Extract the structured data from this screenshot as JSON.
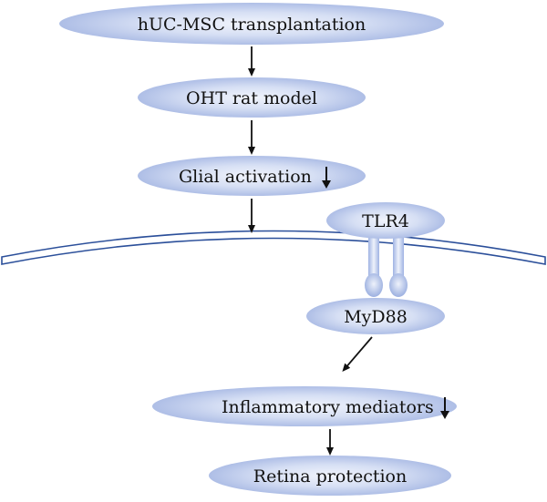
{
  "nodes": {
    "transplantation": "hUC-MSC transplantation",
    "model": "OHT rat model",
    "glial": "Glial activation",
    "tlr4": "TLR4",
    "myd88": "MyD88",
    "inflammatory": "Inflammatory mediators",
    "retina": "Retina protection"
  },
  "colors": {
    "ellipse_edge": "#b3c2e6",
    "ellipse_center": "#eef2fb",
    "membrane": "#2b4f9a",
    "arrow": "#111111"
  }
}
